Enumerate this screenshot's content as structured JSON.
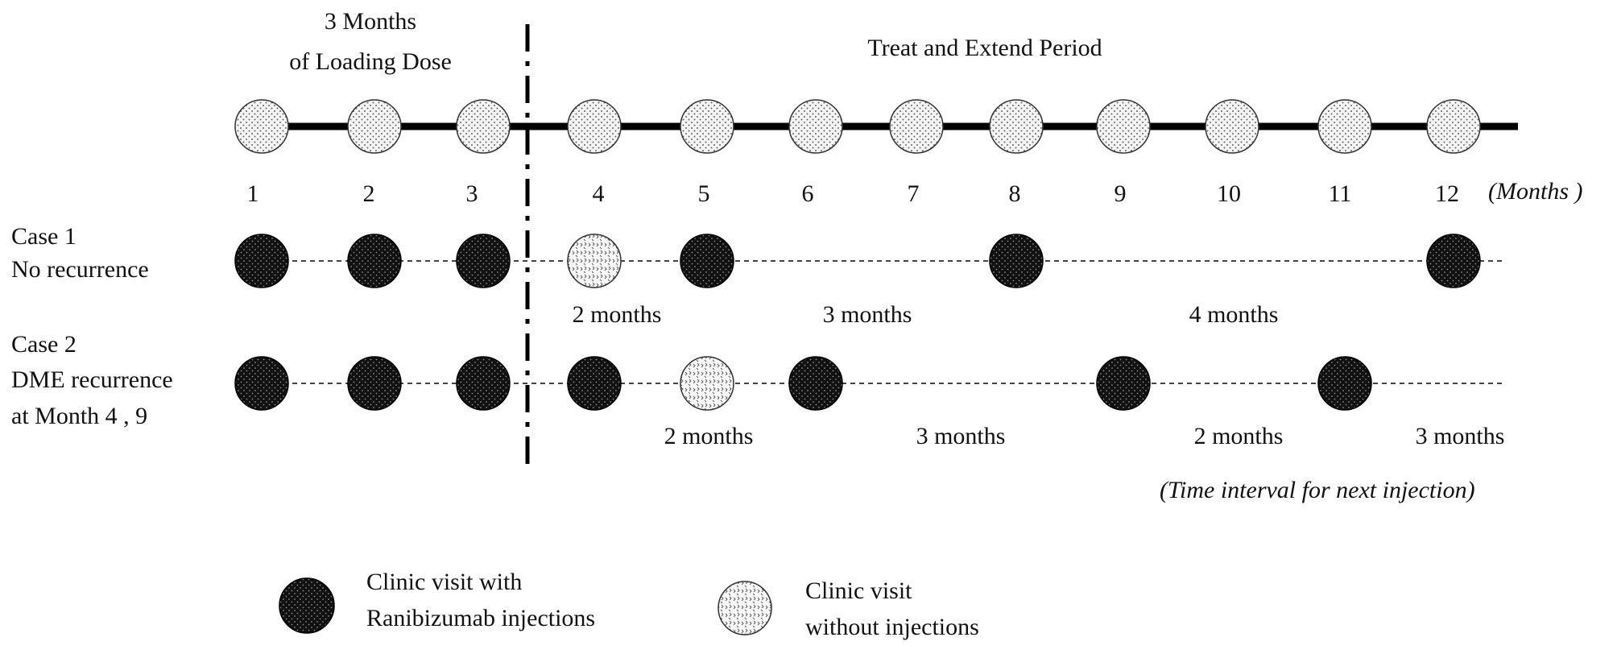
{
  "header": {
    "loading_line1": "3 Months",
    "loading_line2": "of Loading Dose",
    "treat_extend": "Treat and Extend Period"
  },
  "months": [
    "1",
    "2",
    "3",
    "4",
    "5",
    "6",
    "7",
    "8",
    "9",
    "10",
    "11",
    "12"
  ],
  "months_unit": "(Months )",
  "case1": {
    "title": "Case 1",
    "subtitle": "No recurrence",
    "visits": [
      "inj",
      "inj",
      "inj",
      "no",
      "inj",
      "inj",
      "inj"
    ],
    "visit_months": [
      1,
      2,
      3,
      4,
      5,
      8,
      12
    ],
    "intervals": [
      "2 months",
      "3 months",
      "4 months"
    ]
  },
  "case2": {
    "title": "Case 2",
    "line2": "DME recurrence",
    "line3": "at Month 4 , 9",
    "visits": [
      "inj",
      "inj",
      "inj",
      "inj",
      "no",
      "inj",
      "inj",
      "inj"
    ],
    "visit_months": [
      1,
      2,
      3,
      4,
      5,
      6,
      9,
      11
    ],
    "intervals": [
      "2 months",
      "3 months",
      "2 months",
      "3 months"
    ]
  },
  "interval_note": "(Time interval for next injection)",
  "legend": {
    "injection_line1": "Clinic visit with",
    "injection_line2": "Ranibizumab injections",
    "no_injection_line1": "Clinic visit",
    "no_injection_line2": "without   injections"
  },
  "colors": {
    "injection": "#111111",
    "no_injection": "#f4f4f4",
    "line": "#000000"
  }
}
